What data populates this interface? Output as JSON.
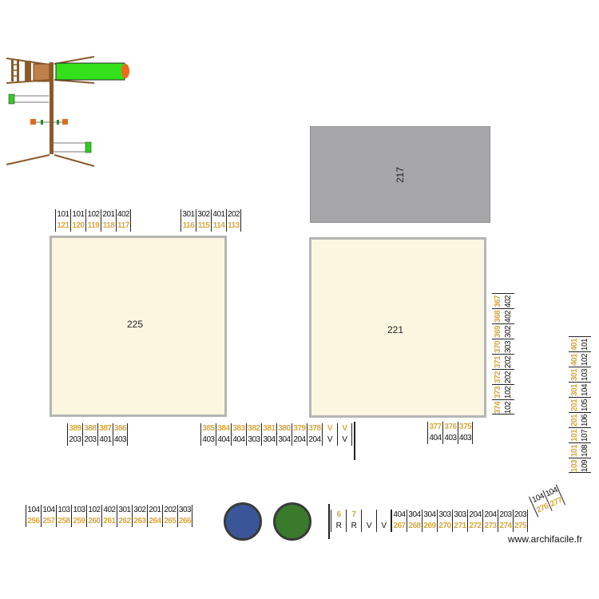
{
  "rooms": {
    "left": {
      "label": "225"
    },
    "right": {
      "label": "221"
    },
    "grey": {
      "label": "217"
    }
  },
  "rows": {
    "row_top_left": [
      [
        "101",
        "121"
      ],
      [
        "101",
        "120"
      ],
      [
        "102",
        "119"
      ],
      [
        "201",
        "118"
      ],
      [
        "402",
        "117"
      ]
    ],
    "row_top_mid": [
      [
        "301",
        "116"
      ],
      [
        "302",
        "115"
      ],
      [
        "401",
        "114"
      ],
      [
        "202",
        "113"
      ]
    ],
    "row_under_left": [
      [
        "389",
        "203"
      ],
      [
        "388",
        "203"
      ],
      [
        "387",
        "401"
      ],
      [
        "386",
        "403"
      ]
    ],
    "row_under_mid": [
      [
        "385",
        "403"
      ],
      [
        "384",
        "404"
      ],
      [
        "383",
        "404"
      ],
      [
        "382",
        "303"
      ],
      [
        "381",
        "304"
      ],
      [
        "380",
        "304"
      ],
      [
        "379",
        "204"
      ],
      [
        "378",
        "204"
      ],
      [
        "V",
        "V"
      ],
      [
        "V",
        "V"
      ]
    ],
    "row_under_right": [
      [
        "377",
        "404"
      ],
      [
        "376",
        "403"
      ],
      [
        "375",
        "403"
      ]
    ],
    "row_bottom_left": [
      [
        "104",
        "256"
      ],
      [
        "104",
        "257"
      ],
      [
        "103",
        "258"
      ],
      [
        "103",
        "259"
      ],
      [
        "102",
        "260"
      ],
      [
        "402",
        "261"
      ],
      [
        "301",
        "262"
      ],
      [
        "302",
        "263"
      ],
      [
        "201",
        "264"
      ],
      [
        "202",
        "265"
      ],
      [
        "303",
        "266"
      ]
    ],
    "row_bottom_right_start": [
      [
        "6",
        "R"
      ],
      [
        "7",
        "R"
      ],
      [
        "",
        "V"
      ],
      [
        "",
        "V"
      ]
    ],
    "row_bottom_right": [
      [
        "404",
        "267"
      ],
      [
        "304",
        "268"
      ],
      [
        "304",
        "269"
      ],
      [
        "303",
        "270"
      ],
      [
        "303",
        "271"
      ],
      [
        "204",
        "272"
      ],
      [
        "204",
        "273"
      ],
      [
        "203",
        "274"
      ],
      [
        "203",
        "275"
      ]
    ],
    "row_corner": [
      [
        "104",
        "276"
      ],
      [
        "104",
        "277"
      ]
    ],
    "col_right_a": [
      [
        "367",
        "402"
      ],
      [
        "368",
        "402"
      ],
      [
        "369",
        "302"
      ],
      [
        "370",
        "303"
      ],
      [
        "371",
        "202"
      ],
      [
        "372",
        "202"
      ],
      [
        "373",
        "102"
      ],
      [
        "374",
        "102"
      ]
    ],
    "col_right_b": [
      [
        "401",
        "101"
      ],
      [
        "401",
        "102"
      ],
      [
        "301",
        "103"
      ],
      [
        "301",
        "104"
      ],
      [
        "201",
        "105"
      ],
      [
        "201",
        "106"
      ],
      [
        "101",
        "107"
      ],
      [
        "101",
        "108"
      ],
      [
        "103",
        "109"
      ]
    ]
  },
  "circles": {
    "blue": "#3b5698",
    "green": "#3a7a2b"
  },
  "credit": "www.archifacile.fr"
}
